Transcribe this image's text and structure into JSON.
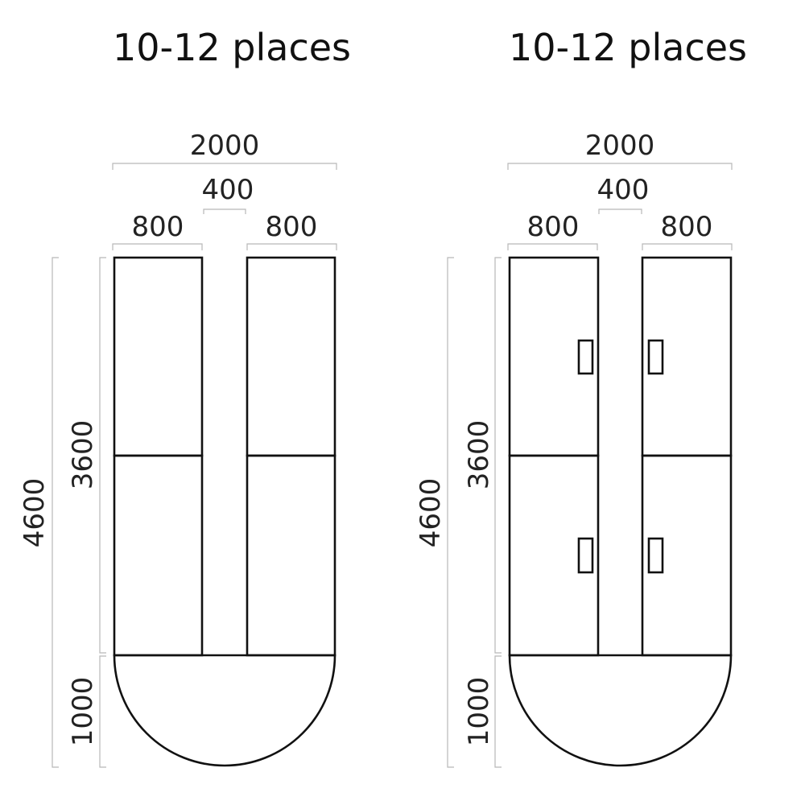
{
  "plans": [
    {
      "title": "10-12 places",
      "dims": {
        "total_width": "2000",
        "gap": "400",
        "left_width": "800",
        "right_width": "800",
        "total_length": "4600",
        "rect_length": "3600",
        "round_length": "1000"
      },
      "has_handles": false
    },
    {
      "title": "10-12 places",
      "dims": {
        "total_width": "2000",
        "gap": "400",
        "left_width": "800",
        "right_width": "800",
        "total_length": "4600",
        "rect_length": "3600",
        "round_length": "1000"
      },
      "has_handles": true
    }
  ]
}
